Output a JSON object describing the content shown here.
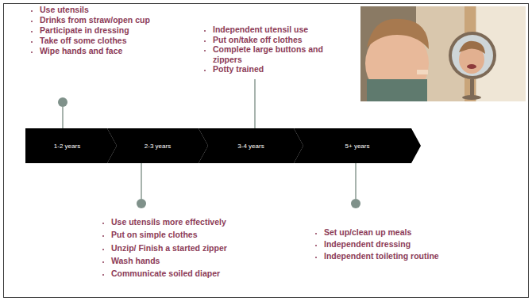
{
  "diagram": {
    "nodes": [
      {
        "text": [
          "1-2 years"
        ]
      },
      {
        "text": [
          "2-3 years"
        ]
      },
      {
        "text": [
          "3-4  years"
        ]
      },
      {
        "text": [
          "5+ years"
        ]
      }
    ],
    "labels": [
      "Use utensils",
      "Drinks from straw/open cup",
      "Participate in dressing",
      "Take off some clothes",
      "Wipe hands and face",
      "Use utensils more effectively",
      "Put on simple clothes",
      "Unzip/ Finish a started zipper",
      "Wash hands",
      "Communicate soiled diaper",
      "Independent utensil use",
      "Put on/take off clothes",
      "Complete large buttons and zippers",
      "Potty trained",
      "Set up/clean up meals",
      "Independent dressing",
      "Independent toileting routine"
    ]
  }
}
